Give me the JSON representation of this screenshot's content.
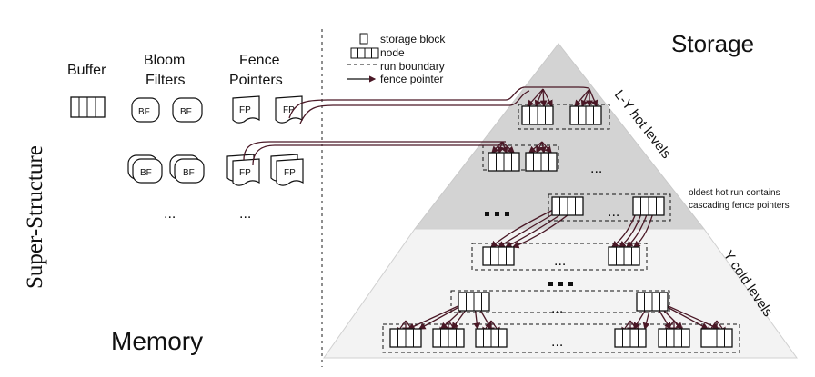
{
  "labels": {
    "super_structure": "Super-Structure",
    "memory": "Memory",
    "storage": "Storage",
    "buffer": "Buffer",
    "bloom_line1": "Bloom",
    "bloom_line2": "Filters",
    "fence_line1": "Fence",
    "fence_line2": "Pointers",
    "bf": "BF",
    "fp": "FP",
    "hot_levels": "L-Y hot levels",
    "cold_levels": "Y cold levels",
    "annotation_line1": "oldest hot run contains",
    "annotation_line2": "cascading fence pointers",
    "ellipsis": "..."
  },
  "legend": {
    "storage_block": "storage block",
    "node": "node",
    "run_boundary": "run boundary",
    "fence_pointer": "fence pointer"
  },
  "colors": {
    "hot_region": "#d3d3d3",
    "cold_region": "#f3f3f3",
    "pointer": "#4a1826",
    "ink": "#111111"
  }
}
